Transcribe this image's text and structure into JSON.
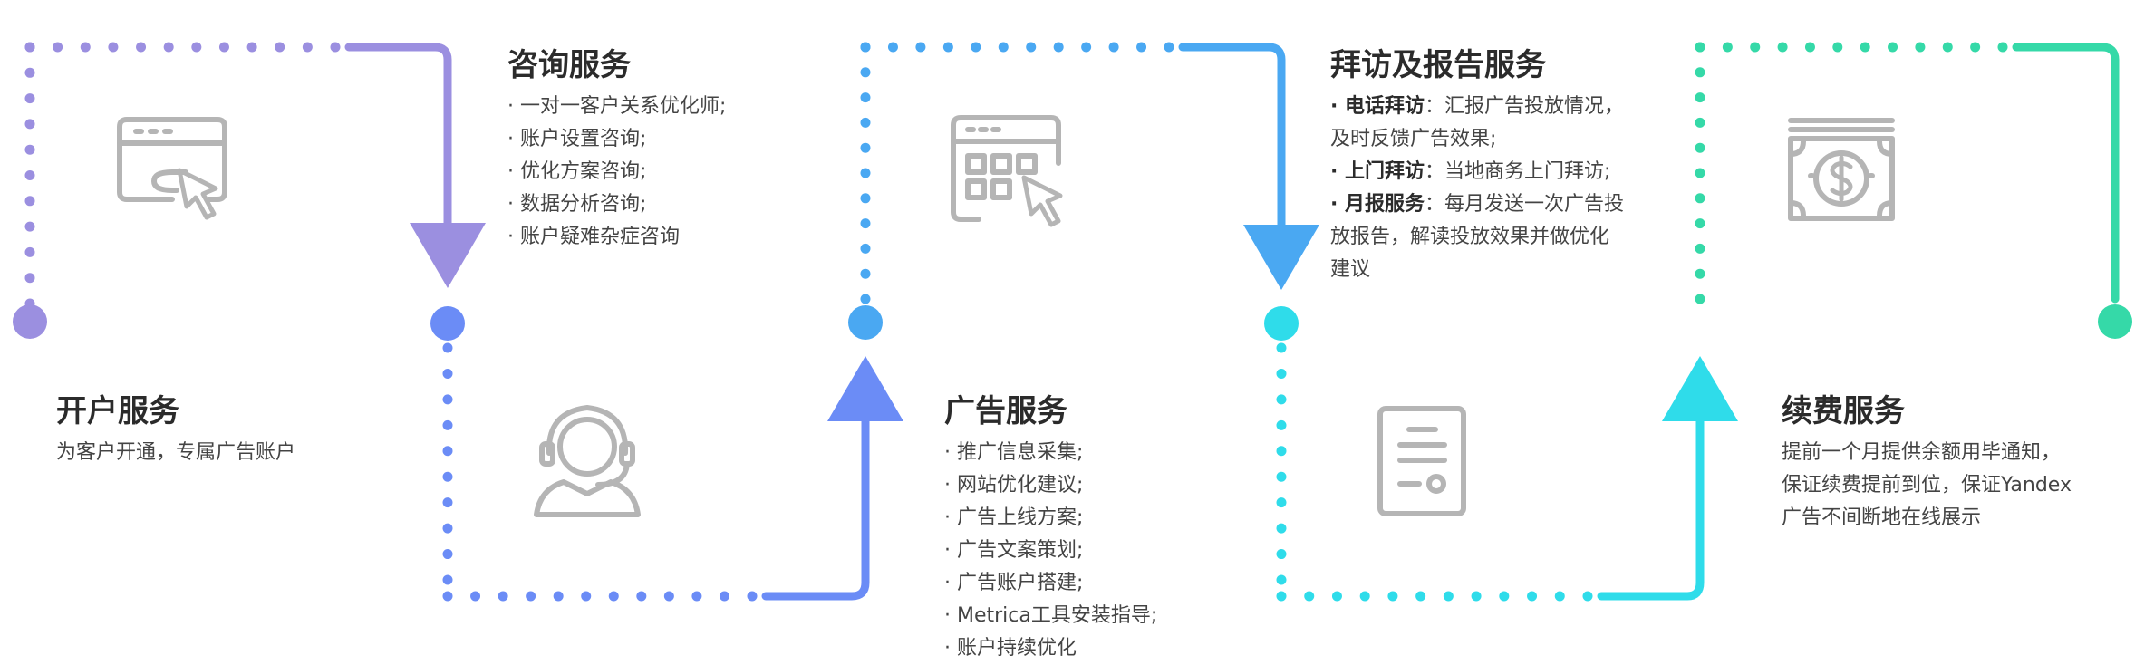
{
  "colors": {
    "s1": "#9b8fe0",
    "s2": "#6b8cf6",
    "s3": "#4aa8f2",
    "s4": "#2fdcea",
    "s5": "#35d9a8",
    "icon": "#b5b5b5"
  },
  "steps": [
    {
      "title": "开户服务",
      "lines": [
        {
          "text": "为客户开通，专属广告账户"
        }
      ],
      "icon": "browser-click-icon"
    },
    {
      "title": "咨询服务",
      "lines": [
        {
          "text": "· 一对一客户关系优化师;"
        },
        {
          "text": "· 账户设置咨询;"
        },
        {
          "text": "· 优化方案咨询;"
        },
        {
          "text": "· 数据分析咨询;"
        },
        {
          "text": "· 账户疑难杂症咨询"
        }
      ],
      "icon": "headset-agent-icon"
    },
    {
      "title": "广告服务",
      "lines": [
        {
          "text": "· 推广信息采集;"
        },
        {
          "text": "· 网站优化建议;"
        },
        {
          "text": "· 广告上线方案;"
        },
        {
          "text": "· 广告文案策划;"
        },
        {
          "text": "· 广告账户搭建;"
        },
        {
          "text": "· Metrica工具安装指导;"
        },
        {
          "text": "· 账户持续优化"
        }
      ],
      "icon": "grid-click-icon"
    },
    {
      "title": "拜访及报告服务",
      "lines": [
        {
          "bold": "· 电话拜访",
          "text": "：汇报广告投放情况，"
        },
        {
          "text": "及时反馈广告效果;"
        },
        {
          "bold": "· 上门拜访",
          "text": "：当地商务上门拜访;"
        },
        {
          "bold": "· 月报服务",
          "text": "：每月发送一次广告投"
        },
        {
          "text": "放报告，解读投放效果并做优化"
        },
        {
          "text": "建议"
        }
      ],
      "icon": "report-document-icon"
    },
    {
      "title": "续费服务",
      "lines": [
        {
          "text": "提前一个月提供余额用毕通知，"
        },
        {
          "text": "保证续费提前到位，保证Yandex"
        },
        {
          "text": "广告不间断地在线展示"
        }
      ],
      "icon": "money-bill-icon"
    }
  ]
}
